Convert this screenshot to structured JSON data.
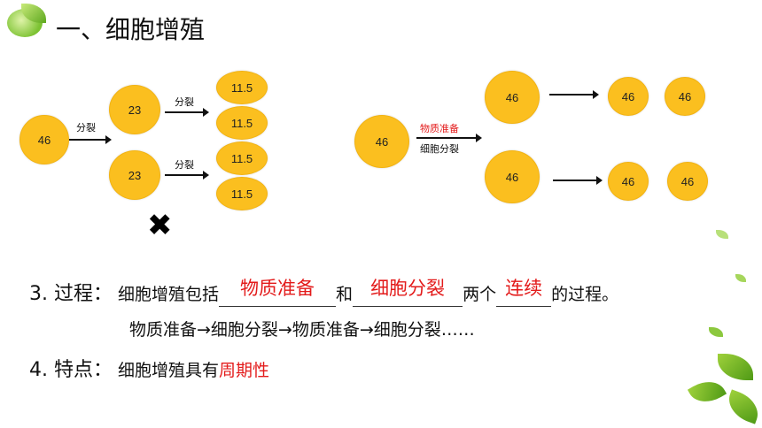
{
  "title": "一、细胞增殖",
  "left_diagram": {
    "parent": "46",
    "split_label_1": "分裂",
    "daughters": [
      "23",
      "23"
    ],
    "split_label_2": "分裂",
    "split_label_3": "分裂",
    "grand": [
      "11.5",
      "11.5",
      "11.5",
      "11.5"
    ],
    "wrong_mark": "✖"
  },
  "right_diagram": {
    "parent": "46",
    "label_prep": "物质准备",
    "label_division": "细胞分裂",
    "top_big": "46",
    "bottom_big": "46",
    "top_small": [
      "46",
      "46"
    ],
    "bottom_small": [
      "46",
      "46"
    ]
  },
  "process": {
    "label": "3. 过程：",
    "text_a": "细胞增殖包括",
    "blank1": "物质准备",
    "text_b": "和",
    "blank2": "细胞分裂",
    "text_c": "两个",
    "blank3": "连续",
    "text_d": "的过程。",
    "sequence": "物质准备→细胞分裂→物质准备→细胞分裂……"
  },
  "feature": {
    "label": "4. 特点：",
    "text": "细胞增殖具有",
    "highlight": "周期性"
  },
  "colors": {
    "cell": "#fbbf1f",
    "highlight": "#e31b1b",
    "leaf": "#6fb52c"
  }
}
